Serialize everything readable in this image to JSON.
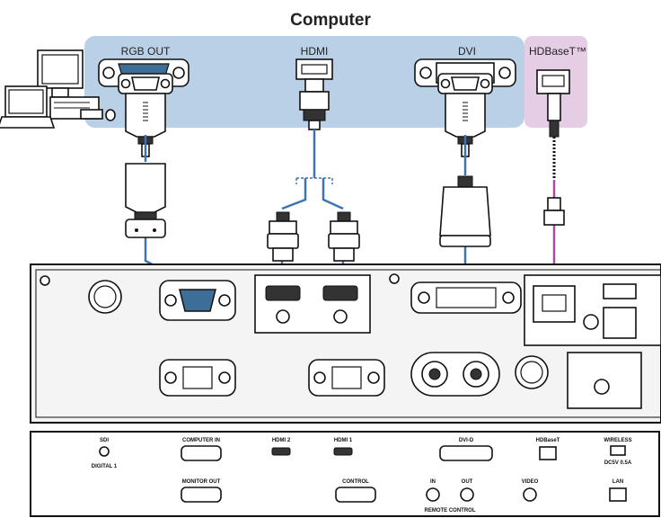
{
  "title": "Computer",
  "connectors": {
    "rgb_out": "RGB OUT",
    "hdmi": "HDMI",
    "dvi": "DVI",
    "hdbaset": "HDBaseT™"
  },
  "ports": {
    "sdi": "SDI",
    "digital1": "DIGITAL 1",
    "computer_in": "COMPUTER IN",
    "monitor_out": "MONITOR OUT",
    "hdmi2": "HDMI 2",
    "hdmi1": "HDMI 1",
    "control": "CONTROL",
    "dvi_d": "DVI-D",
    "hdbaset": "HDBaseT",
    "in": "IN",
    "out": "OUT",
    "remote_control": "REMOTE CONTROL",
    "video": "VIDEO",
    "wireless": "WIRELESS",
    "dc5v": "DC5V 0.5A",
    "lan": "LAN"
  },
  "colors": {
    "source_zone": "#b9d0e6",
    "hdbaset_zone": "#e6cde6",
    "cable_blue": "#3d73b5",
    "cable_purple": "#a64ba6",
    "port_blue": "#3c6e98"
  }
}
